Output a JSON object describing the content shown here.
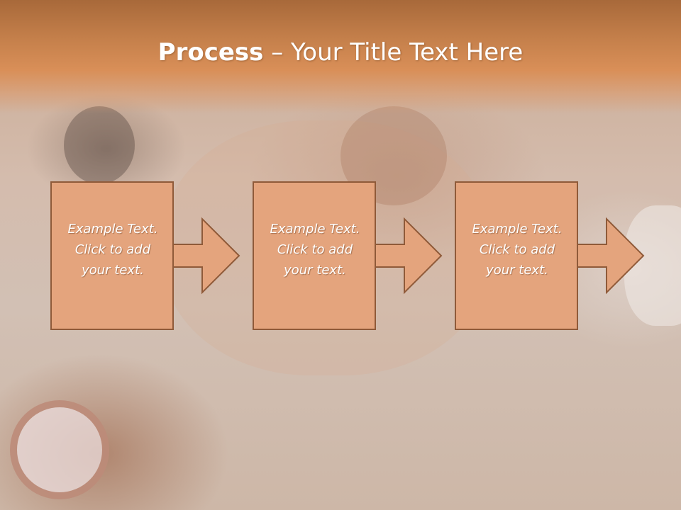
{
  "slide": {
    "title": {
      "strong": "Process",
      "dash": " – ",
      "rest": "Your Title Text Here"
    },
    "steps": [
      {
        "lines": [
          "Example Text.",
          "Click  to add",
          "your text."
        ]
      },
      {
        "lines": [
          "Example Text.",
          "Click  to add",
          "your text."
        ]
      },
      {
        "lines": [
          "Example Text.",
          "Click  to add",
          "your text."
        ]
      }
    ]
  },
  "colors": {
    "title_band": "#d98f58",
    "box_fill": "#e4a47d",
    "box_stroke": "#8f5a39",
    "text": "#ffffff"
  }
}
